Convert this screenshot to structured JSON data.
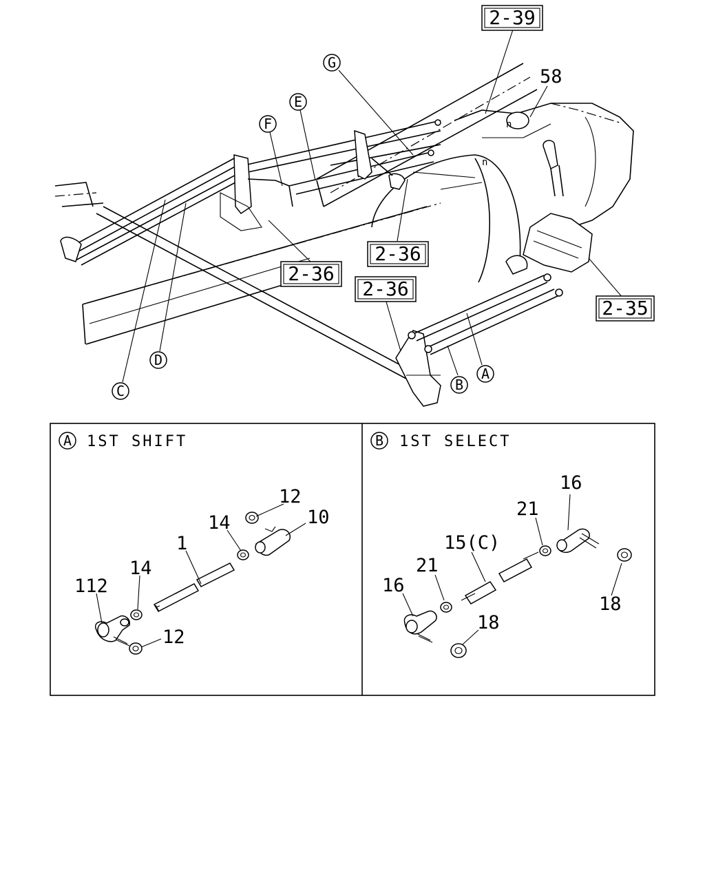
{
  "main_diagram": {
    "ref_boxes": [
      "2-39",
      "2-36",
      "2-36",
      "2-36",
      "2-35"
    ],
    "callouts": [
      "58"
    ],
    "circle_labels": [
      "G",
      "E",
      "F",
      "C",
      "D",
      "B",
      "A"
    ]
  },
  "detail_a": {
    "marker": "A",
    "title": "1ST SHIFT",
    "labels": [
      "12",
      "10",
      "14",
      "1",
      "14",
      "112",
      "12"
    ]
  },
  "detail_b": {
    "marker": "B",
    "title": "1ST SELECT",
    "labels": [
      "16",
      "21",
      "15(C)",
      "21",
      "16",
      "18",
      "18"
    ]
  }
}
